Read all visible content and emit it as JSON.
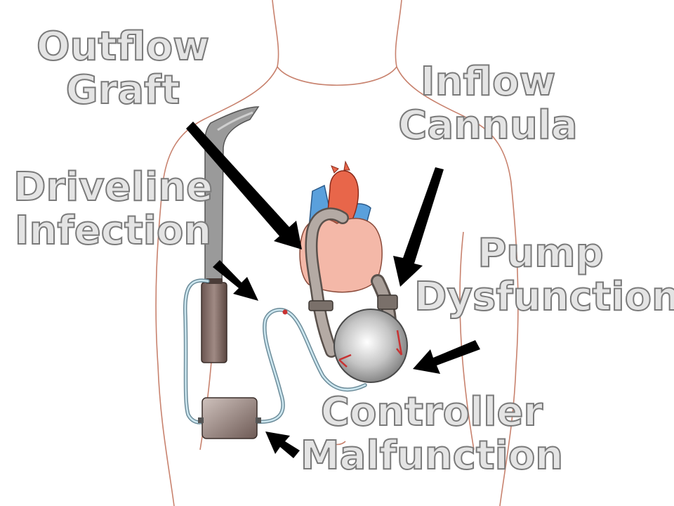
{
  "labels": {
    "outflow_graft": {
      "line1": "Outflow",
      "line2": "Graft"
    },
    "inflow_cannula": {
      "line1": "Inflow",
      "line2": "Cannula"
    },
    "driveline_infection": {
      "line1": "Driveline",
      "line2": "Infection"
    },
    "pump_dysfunction": {
      "line1": "Pump",
      "line2": "Dysfunction"
    },
    "controller_malfunction": {
      "line1": "Controller",
      "line2": "Malfunction"
    }
  },
  "colors": {
    "label_fill": "#e4e4e4",
    "label_stroke": "#7a7a7a",
    "arrow": "#000000",
    "body_outline": "#c8826e",
    "heart": "#f4b8a8",
    "aorta": "#e8664a",
    "veins": "#5aa0dc",
    "pump": "#c8c8c8",
    "driveline": "#a8d0e0",
    "controller": "#8a7670"
  },
  "icons": [
    "heart-icon",
    "pump-icon",
    "controller-icon",
    "battery-pack-icon",
    "body-outline"
  ]
}
